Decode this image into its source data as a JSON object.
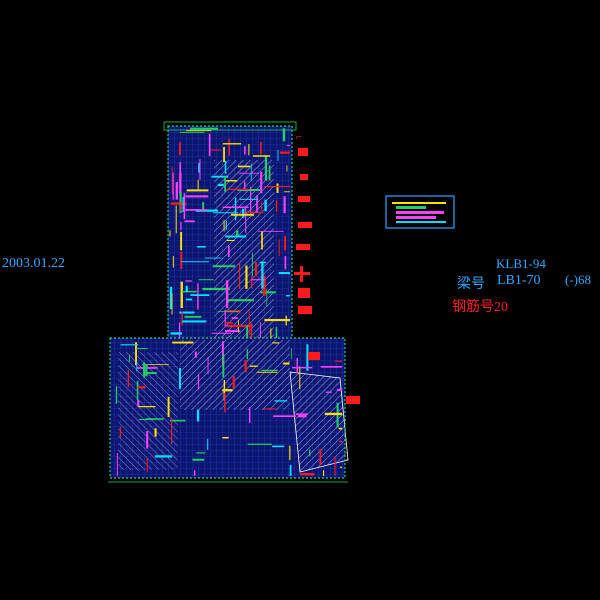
{
  "drawing": {
    "date": "2003.01.22",
    "klb_label": "KLB1-94",
    "beam_label": "梁号",
    "beam_number": "LB1-70",
    "beam_extra": "(-)68",
    "rebar_label": "钢筋号20"
  },
  "colors": {
    "background": "#000000",
    "text_cyan": "#2fa8ff",
    "text_red": "#ff2020",
    "border_green": "#20d060",
    "fill_navy": "#0c1670",
    "hatch_white": "#d8d8ff",
    "accent_red": "#ff1a1a",
    "accent_cyan": "#00e0ff",
    "accent_magenta": "#ff40ff",
    "accent_yellow": "#ffe000"
  }
}
